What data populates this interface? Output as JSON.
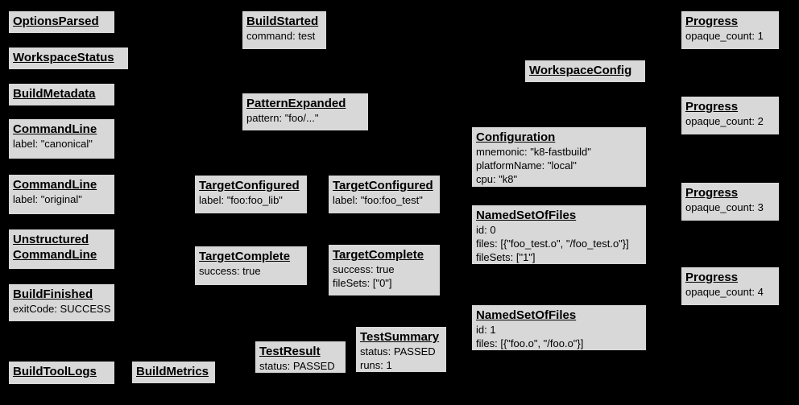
{
  "diagram": {
    "description": "Bazel Build Event Protocol event graph",
    "colors": {
      "background": "#000000",
      "node_fill": "#d8d8d8",
      "node_border": "#000000",
      "node_text": "#000000"
    },
    "nodes": {
      "options_parsed": {
        "title": "OptionsParsed",
        "body": ""
      },
      "workspace_status": {
        "title": "WorkspaceStatus",
        "body": ""
      },
      "build_metadata": {
        "title": "BuildMetadata",
        "body": ""
      },
      "command_line_canonical": {
        "title": "CommandLine",
        "body": "label: \"canonical\""
      },
      "command_line_original": {
        "title": "CommandLine",
        "body": "label: \"original\""
      },
      "unstructured_command_line": {
        "title": "Unstructured\nCommandLine",
        "body": ""
      },
      "build_finished": {
        "title": "BuildFinished",
        "body": "exitCode: SUCCESS"
      },
      "build_tool_logs": {
        "title": "BuildToolLogs",
        "body": ""
      },
      "build_metrics": {
        "title": "BuildMetrics",
        "body": ""
      },
      "build_started": {
        "title": "BuildStarted",
        "body": "command: test"
      },
      "pattern_expanded": {
        "title": "PatternExpanded",
        "body": "pattern: \"foo/...\""
      },
      "target_configured_lib": {
        "title": "TargetConfigured",
        "body": "label: \"foo:foo_lib\""
      },
      "target_configured_test": {
        "title": "TargetConfigured",
        "body": "label: \"foo:foo_test\""
      },
      "target_complete_lib": {
        "title": "TargetComplete",
        "body": "success: true"
      },
      "target_complete_test": {
        "title": "TargetComplete",
        "body": "success: true\nfileSets: [\"0\"]"
      },
      "test_result": {
        "title": "TestResult",
        "body": "status: PASSED"
      },
      "test_summary": {
        "title": "TestSummary",
        "body": "status: PASSED\nruns: 1"
      },
      "workspace_config": {
        "title": "WorkspaceConfig",
        "body": ""
      },
      "configuration": {
        "title": "Configuration",
        "body": "mnemonic: \"k8-fastbuild\"\nplatformName: \"local\"\ncpu: \"k8\""
      },
      "named_set_of_files_0": {
        "title": "NamedSetOfFiles",
        "body": "id: 0\nfiles: [{\"foo_test.o\", \"/foo_test.o\"}]\nfileSets: [\"1\"]"
      },
      "named_set_of_files_1": {
        "title": "NamedSetOfFiles",
        "body": "id: 1\nfiles: [{\"foo.o\", \"/foo.o\"}]"
      },
      "progress_1": {
        "title": "Progress",
        "body": "opaque_count: 1"
      },
      "progress_2": {
        "title": "Progress",
        "body": "opaque_count: 2"
      },
      "progress_3": {
        "title": "Progress",
        "body": "opaque_count: 3"
      },
      "progress_4": {
        "title": "Progress",
        "body": "opaque_count: 4"
      }
    }
  }
}
